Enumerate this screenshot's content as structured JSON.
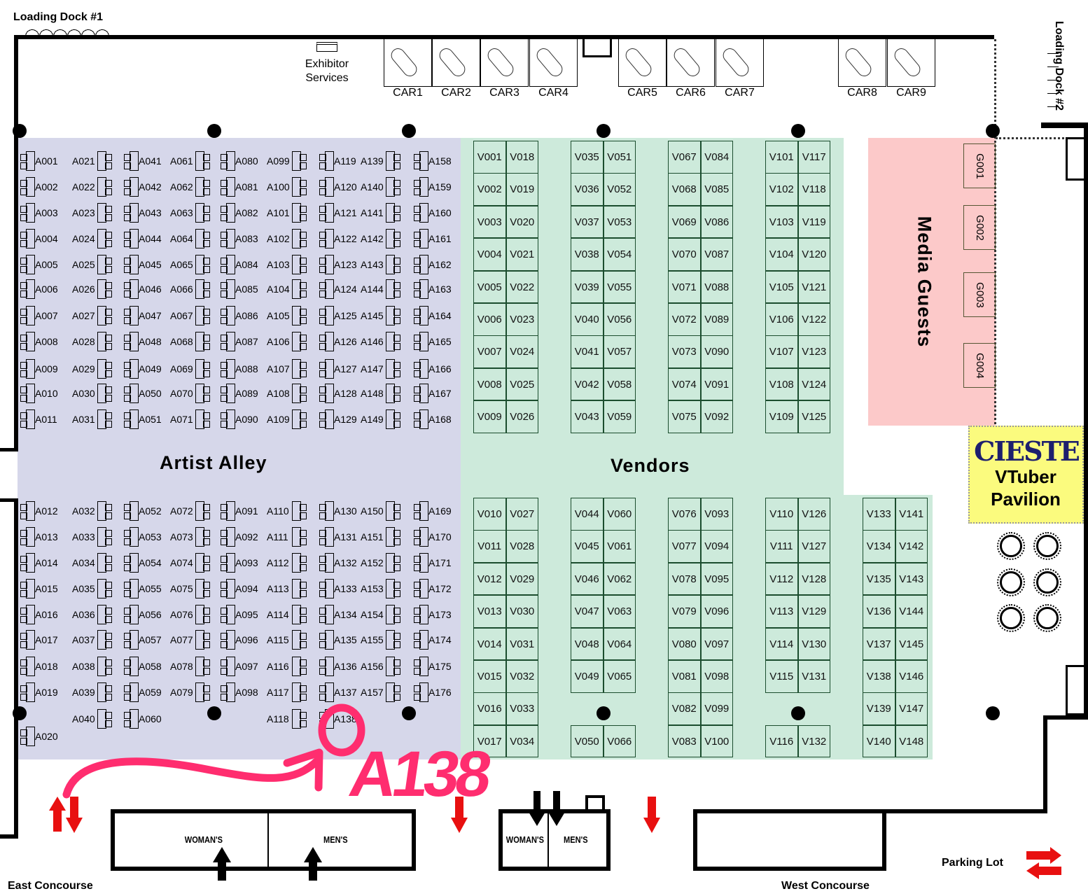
{
  "labels": {
    "loading_dock_1": "Loading Dock #1",
    "loading_dock_2": "Loading Dock #2",
    "exhibitor_services": [
      "Exhibitor",
      "Services"
    ],
    "artist_alley": "Artist Alley",
    "vendors": "Vendors",
    "media_guests": "Media Guests",
    "vtuber_logo": "CIESTE",
    "vtuber_pavilion": [
      "VTuber",
      "Pavilion"
    ],
    "east_concourse": "East Concourse",
    "west_concourse": "West Concourse",
    "parking_lot": "Parking Lot"
  },
  "cars": [
    "CAR1",
    "CAR2",
    "CAR3",
    "CAR4",
    "CAR5",
    "CAR6",
    "CAR7",
    "CAR8",
    "CAR9"
  ],
  "guests": [
    "G001",
    "G002",
    "G003",
    "G004"
  ],
  "restrooms": {
    "womens": "WOMAN'S",
    "mens": "MEN'S"
  },
  "annotation": {
    "label": "A138",
    "color": "#ff2d6f",
    "highlighted_booth": "A138"
  },
  "artist_alley": {
    "top": [
      [
        "A001",
        "A002",
        "A003",
        "A004",
        "A005",
        "A006",
        "A007",
        "A008",
        "A009",
        "A010",
        "A011"
      ],
      [
        "A021",
        "A022",
        "A023",
        "A024",
        "A025",
        "A026",
        "A027",
        "A028",
        "A029",
        "A030",
        "A031"
      ],
      [
        "A041",
        "A042",
        "A043",
        "A044",
        "A045",
        "A046",
        "A047",
        "A048",
        "A049",
        "A050",
        "A051"
      ],
      [
        "A061",
        "A062",
        "A063",
        "A064",
        "A065",
        "A066",
        "A067",
        "A068",
        "A069",
        "A070",
        "A071"
      ],
      [
        "A080",
        "A081",
        "A082",
        "A083",
        "A084",
        "A085",
        "A086",
        "A087",
        "A088",
        "A089",
        "A090"
      ],
      [
        "A099",
        "A100",
        "A101",
        "A102",
        "A103",
        "A104",
        "A105",
        "A106",
        "A107",
        "A108",
        "A109"
      ],
      [
        "A119",
        "A120",
        "A121",
        "A122",
        "A123",
        "A124",
        "A125",
        "A126",
        "A127",
        "A128",
        "A129"
      ],
      [
        "A139",
        "A140",
        "A141",
        "A142",
        "A143",
        "A144",
        "A145",
        "A146",
        "A147",
        "A148",
        "A149"
      ],
      [
        "A158",
        "A159",
        "A160",
        "A161",
        "A162",
        "A163",
        "A164",
        "A165",
        "A166",
        "A167",
        "A168"
      ]
    ],
    "bottom": [
      [
        "A012",
        "A013",
        "A014",
        "A015",
        "A016",
        "A017",
        "A018",
        "A019",
        null,
        "A020"
      ],
      [
        "A032",
        "A033",
        "A034",
        "A035",
        "A036",
        "A037",
        "A038",
        "A039",
        "A040",
        null
      ],
      [
        "A052",
        "A053",
        "A054",
        "A055",
        "A056",
        "A057",
        "A058",
        "A059",
        "A060",
        null
      ],
      [
        "A072",
        "A073",
        "A074",
        "A075",
        "A076",
        "A077",
        "A078",
        "A079",
        null,
        null
      ],
      [
        "A091",
        "A092",
        "A093",
        "A094",
        "A095",
        "A096",
        "A097",
        "A098",
        null,
        null
      ],
      [
        "A110",
        "A111",
        "A112",
        "A113",
        "A114",
        "A115",
        "A116",
        "A117",
        "A118",
        null
      ],
      [
        "A130",
        "A131",
        "A132",
        "A133",
        "A134",
        "A135",
        "A136",
        "A137",
        "A138",
        null
      ],
      [
        "A150",
        "A151",
        "A152",
        "A153",
        "A154",
        "A155",
        "A156",
        "A157",
        null,
        null
      ],
      [
        "A169",
        "A170",
        "A171",
        "A172",
        "A173",
        "A174",
        "A175",
        "A176",
        null,
        null
      ]
    ]
  },
  "vendors": {
    "top": [
      [
        [
          "V001",
          "V018"
        ],
        [
          "V002",
          "V019"
        ],
        [
          "V003",
          "V020"
        ],
        [
          "V004",
          "V021"
        ],
        [
          "V005",
          "V022"
        ],
        [
          "V006",
          "V023"
        ],
        [
          "V007",
          "V024"
        ],
        [
          "V008",
          "V025"
        ],
        [
          "V009",
          "V026"
        ]
      ],
      [
        [
          "V035",
          "V051"
        ],
        [
          "V036",
          "V052"
        ],
        [
          "V037",
          "V053"
        ],
        [
          "V038",
          "V054"
        ],
        [
          "V039",
          "V055"
        ],
        [
          "V040",
          "V056"
        ],
        [
          "V041",
          "V057"
        ],
        [
          "V042",
          "V058"
        ],
        [
          "V043",
          "V059"
        ]
      ],
      [
        [
          "V067",
          "V084"
        ],
        [
          "V068",
          "V085"
        ],
        [
          "V069",
          "V086"
        ],
        [
          "V070",
          "V087"
        ],
        [
          "V071",
          "V088"
        ],
        [
          "V072",
          "V089"
        ],
        [
          "V073",
          "V090"
        ],
        [
          "V074",
          "V091"
        ],
        [
          "V075",
          "V092"
        ]
      ],
      [
        [
          "V101",
          "V117"
        ],
        [
          "V102",
          "V118"
        ],
        [
          "V103",
          "V119"
        ],
        [
          "V104",
          "V120"
        ],
        [
          "V105",
          "V121"
        ],
        [
          "V106",
          "V122"
        ],
        [
          "V107",
          "V123"
        ],
        [
          "V108",
          "V124"
        ],
        [
          "V109",
          "V125"
        ]
      ]
    ],
    "bottom": [
      [
        [
          "V010",
          "V027"
        ],
        [
          "V011",
          "V028"
        ],
        [
          "V012",
          "V029"
        ],
        [
          "V013",
          "V030"
        ],
        [
          "V014",
          "V031"
        ],
        [
          "V015",
          "V032"
        ],
        [
          "V016",
          "V033"
        ],
        [
          "V017",
          "V034"
        ]
      ],
      [
        [
          "V044",
          "V060"
        ],
        [
          "V045",
          "V061"
        ],
        [
          "V046",
          "V062"
        ],
        [
          "V047",
          "V063"
        ],
        [
          "V048",
          "V064"
        ],
        [
          "V049",
          "V065"
        ],
        null,
        [
          "V050",
          "V066"
        ]
      ],
      [
        [
          "V076",
          "V093"
        ],
        [
          "V077",
          "V094"
        ],
        [
          "V078",
          "V095"
        ],
        [
          "V079",
          "V096"
        ],
        [
          "V080",
          "V097"
        ],
        [
          "V081",
          "V098"
        ],
        [
          "V082",
          "V099"
        ],
        [
          "V083",
          "V100"
        ]
      ],
      [
        [
          "V110",
          "V126"
        ],
        [
          "V111",
          "V127"
        ],
        [
          "V112",
          "V128"
        ],
        [
          "V113",
          "V129"
        ],
        [
          "V114",
          "V130"
        ],
        [
          "V115",
          "V131"
        ],
        null,
        [
          "V116",
          "V132"
        ]
      ],
      [
        [
          "V133",
          "V141"
        ],
        [
          "V134",
          "V142"
        ],
        [
          "V135",
          "V143"
        ],
        [
          "V136",
          "V144"
        ],
        [
          "V137",
          "V145"
        ],
        [
          "V138",
          "V146"
        ],
        [
          "V139",
          "V147"
        ],
        [
          "V140",
          "V148"
        ]
      ]
    ]
  }
}
